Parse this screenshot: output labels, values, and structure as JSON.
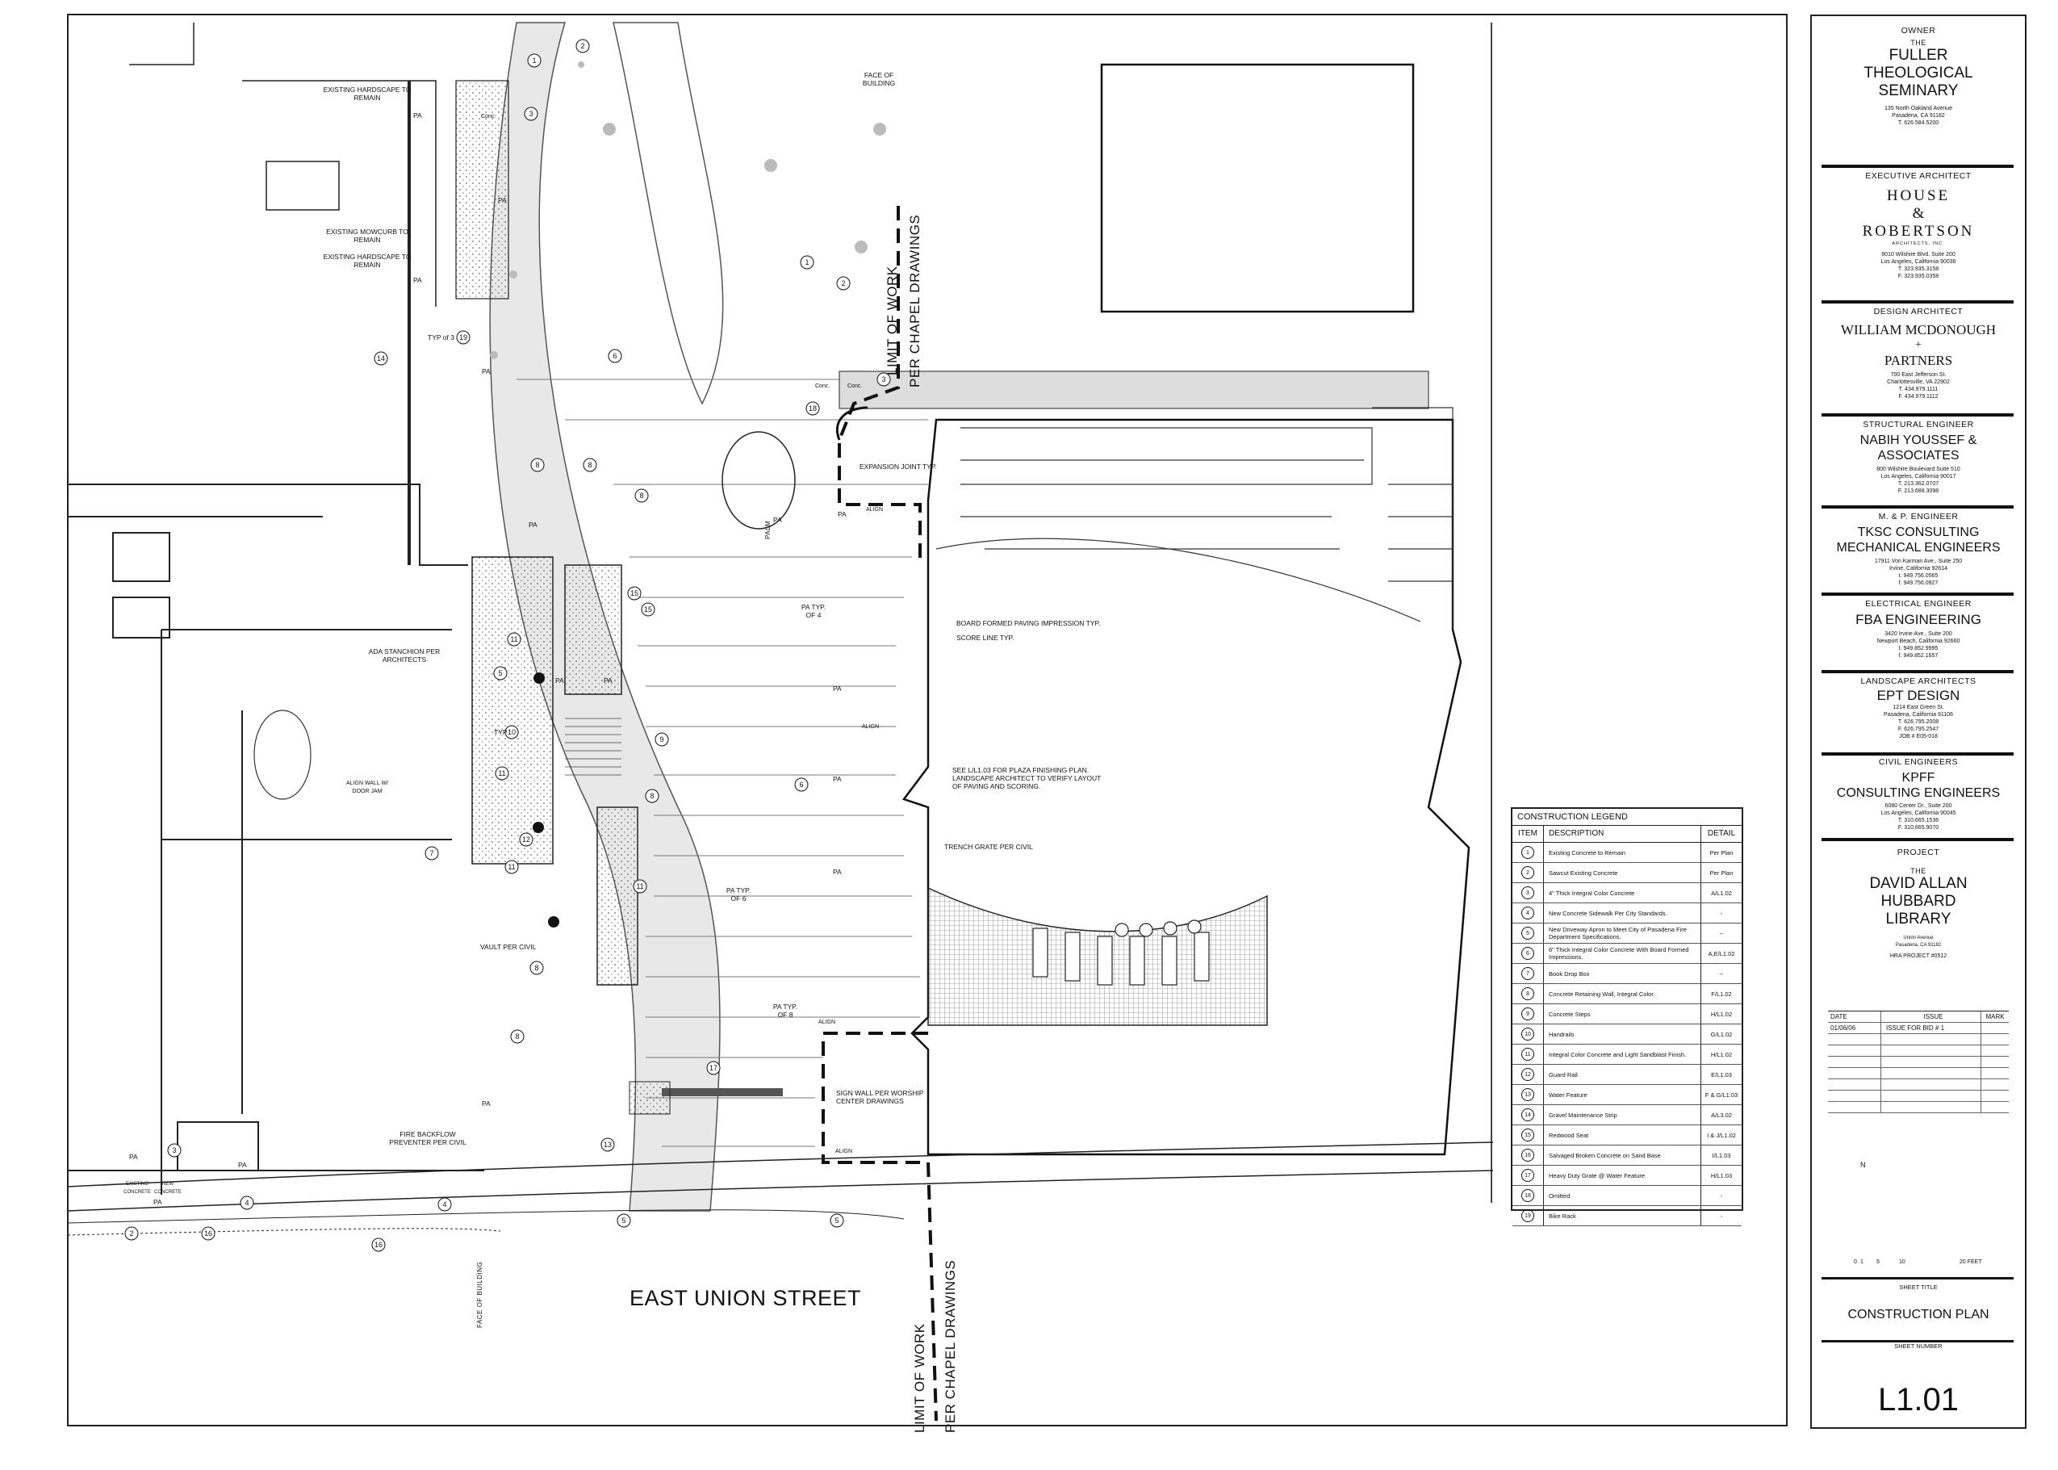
{
  "plan_labels": {
    "street": "EAST UNION STREET",
    "limit_top_1": "LIMIT OF WORK",
    "limit_top_2": "PER CHAPEL DRAWINGS",
    "limit_bot_1": "LIMIT OF WORK",
    "limit_bot_2": "PER CHAPEL DRAWINGS",
    "face_bldg_top": "FACE OF BUILDING",
    "face_bldg_bot": "FACE OF BUILDING",
    "ex_hardscape_1": "EXISTING HARDSCAPE TO REMAIN",
    "ex_mowcurb": "EXISTING MOWCURB TO REMAIN",
    "ex_hardscape_2": "EXISTING HARDSCAPE TO REMAIN",
    "ada": "ADA STANCHION PER ARCHITECTS",
    "align_wall": "ALIGN WALL W/ DOOR JAM",
    "vault": "VAULT PER CIVIL",
    "fire_backflow": "FIRE BACKFLOW PREVENTER PER CIVIL",
    "expansion": "EXPANSION JOINT TYP.",
    "board_formed": "BOARD FORMED PAVING IMPRESSION TYP.",
    "score_line": "SCORE LINE TYP.",
    "see_plaza": "SEE L/L1.03 FOR PLAZA FINISHING PLAN. LANDSCAPE ARCHITECT TO VERIFY LAYOUT OF PAVING AND SCORING.",
    "trench": "TRENCH GRATE PER CIVIL",
    "sign_wall": "SIGN WALL PER WORSHIP CENTER DRAWINGS",
    "pa_typ4": "PA TYP. OF 4",
    "pa_typ6": "PA TYP. OF 6",
    "pa_typ8": "PA TYP. OF 8",
    "typ3": "TYP of 3",
    "typ": "TYP",
    "palm": "PALM",
    "pa": "PA",
    "align": "ALIGN",
    "new_concrete": "NEW CONCRETE",
    "existing_concrete": "EXISTING CONCRETE",
    "conc": "Conc."
  },
  "legend": {
    "title": "CONSTRUCTION LEGEND",
    "col_item": "ITEM",
    "col_desc": "DESCRIPTION",
    "col_detail": "DETAIL",
    "rows": [
      {
        "n": "1",
        "desc": "Existing Concrete to Remain",
        "detail": "Per Plan"
      },
      {
        "n": "2",
        "desc": "Sawcut Existing Concrete",
        "detail": "Per Plan"
      },
      {
        "n": "3",
        "desc": "4\" Thick Integral Color Concrete",
        "detail": "A/L1.02"
      },
      {
        "n": "4",
        "desc": "New Concrete Sidewalk Per City Standards.",
        "detail": "-"
      },
      {
        "n": "5",
        "desc": "New Driveway Apron to Meet City of Pasadena Fire Department Specifications.",
        "detail": "--"
      },
      {
        "n": "6",
        "desc": "6\" Thick Integral Color Concrete With Board Formed Impressions.",
        "detail": "A,E/L1.02"
      },
      {
        "n": "7",
        "desc": "Book Drop Box",
        "detail": "--"
      },
      {
        "n": "8",
        "desc": "Concrete Retaining Wall, Integral Color.",
        "detail": "F/L1.02"
      },
      {
        "n": "9",
        "desc": "Concrete Steps",
        "detail": "H/L1.02"
      },
      {
        "n": "10",
        "desc": "Handrails",
        "detail": "G/L1.02"
      },
      {
        "n": "11",
        "desc": "Integral Color Concrete and Light Sandblast Finish.",
        "detail": "H/L1.02"
      },
      {
        "n": "12",
        "desc": "Guard Rail",
        "detail": "E/L1.03"
      },
      {
        "n": "13",
        "desc": "Water Feature",
        "detail": "F & G/L1.03"
      },
      {
        "n": "14",
        "desc": "Gravel Maintenance Strip",
        "detail": "A/L3.02"
      },
      {
        "n": "15",
        "desc": "Redwood Seat",
        "detail": "I & J/L1.02"
      },
      {
        "n": "16",
        "desc": "Salvaged Broken Concrete on Sand Base",
        "detail": "I/L1.03"
      },
      {
        "n": "17",
        "desc": "Heavy Duty Grate @ Water Feature",
        "detail": "H/L1.03"
      },
      {
        "n": "18",
        "desc": "Omitted",
        "detail": "-"
      },
      {
        "n": "19",
        "desc": "Bike Rack",
        "detail": "-"
      }
    ]
  },
  "title_block": {
    "owner_role": "OWNER",
    "owner_the": "THE",
    "owner_name": [
      "FULLER",
      "THEOLOGICAL",
      "SEMINARY"
    ],
    "owner_addr": [
      "135 North Oakland Avenue",
      "Pasadena, CA 91182",
      "T. 626.584.5200"
    ],
    "exec_role": "EXECUTIVE ARCHITECT",
    "exec_name": [
      "HOUSE",
      "&",
      "ROBERTSON"
    ],
    "exec_sub": "ARCHITECTS, INC.",
    "exec_addr": [
      "8010 Wilshire Blvd. Suite 200",
      "Los Angeles, California 90036",
      "T. 323.935.3158",
      "F. 323.935.0358"
    ],
    "design_role": "DESIGN ARCHITECT",
    "design_name": [
      "WILLIAM MCDONOUGH",
      "+",
      "PARTNERS"
    ],
    "design_addr": [
      "700 East Jefferson St.",
      "Charlottesville, VA 22902",
      "T. 434.979.1111",
      "F. 434.979.1112"
    ],
    "struct_role": "STRUCTURAL ENGINEER",
    "struct_name": [
      "NABIH YOUSSEF &",
      "ASSOCIATES"
    ],
    "struct_addr": [
      "800 Wilshire Boulevard Suite 510",
      "Los Angeles, California 90017",
      "T. 213.362.0707",
      "F. 213.688.3098"
    ],
    "mep_role": "M. & P. ENGINEER",
    "mep_name": [
      "TKSC CONSULTING",
      "MECHANICAL ENGINEERS"
    ],
    "mep_addr": [
      "17911 Von Karman Ave., Suite 250",
      "Irvine, California 92614",
      "t. 949.756.0565",
      "f. 949.756.0927"
    ],
    "elec_role": "ELECTRICAL ENGINEER",
    "elec_name": [
      "FBA ENGINEERING"
    ],
    "elec_addr": [
      "3420 Irvine Ave., Suite 200",
      "Newport Beach, California 92660",
      "t. 949.852.9995",
      "f. 949.852.1657"
    ],
    "land_role": "LANDSCAPE ARCHITECTS",
    "land_name": [
      "EPT DESIGN"
    ],
    "land_addr": [
      "1214 East Green St.",
      "Pasadena, California 91106",
      "T. 626.795.2008",
      "F. 626.795.2547",
      "JOB # E05-018"
    ],
    "civil_role": "CIVIL ENGINEERS",
    "civil_name": [
      "KPFF",
      "CONSULTING ENGINEERS"
    ],
    "civil_addr": [
      "6080 Center Dr., Suite 200",
      "Los Angeles, California 90045",
      "T. 310.665.1536",
      "F. 310.665.9070"
    ],
    "project_role": "PROJECT",
    "project_the": "THE",
    "project_name": [
      "DAVID ALLAN",
      "HUBBARD",
      "LIBRARY"
    ],
    "project_addr": [
      "Union Avenue",
      "Pasadena, CA 91182"
    ],
    "project_no": "HRA PROJECT #0512",
    "issue_head": {
      "date": "DATE",
      "issue": "ISSUE",
      "mark": "MARK"
    },
    "issue_rows": [
      {
        "date": "01/06/06",
        "issue": "ISSUE FOR BID # 1",
        "mark": ""
      }
    ],
    "north": "N",
    "scale_ticks": [
      "0",
      "1",
      "5",
      "10",
      "20 FEET"
    ],
    "sheet_title_label": "SHEET TITLE",
    "sheet_title": "CONSTRUCTION PLAN",
    "sheet_number_label": "SHEET NUMBER",
    "sheet_number": "L1.01"
  }
}
